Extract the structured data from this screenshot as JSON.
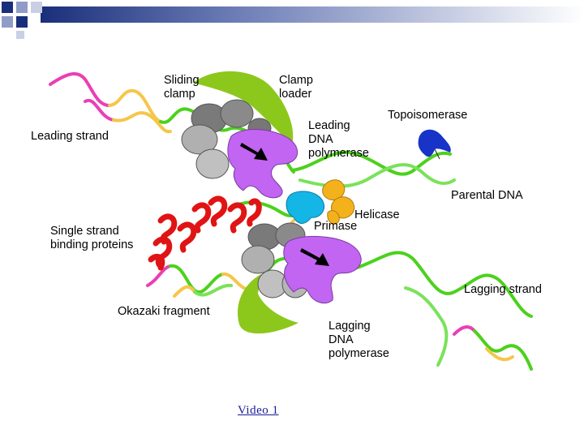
{
  "labels": {
    "sliding_clamp": "Sliding\nclamp",
    "clamp_loader": "Clamp\nloader",
    "leading_strand": "Leading strand",
    "leading_dna_polymerase": "Leading\nDNA\npolymerase",
    "topoisomerase": "Topoisomerase",
    "parental_dna": "Parental DNA",
    "helicase": "Helicase",
    "primase": "Primase",
    "single_strand_binding_proteins": "Single strand\nbinding proteins",
    "lagging_strand": "Lagging strand",
    "okazaki_fragment": "Okazaki fragment",
    "lagging_dna_polymerase": "Lagging\nDNA\npolymerase"
  },
  "video_link": "Video 1",
  "colors": {
    "dna_green": "#4cd11c",
    "dna_pink": "#e93fb5",
    "dna_yellow": "#f6c64a",
    "polymerase_purple": "#c265f2",
    "clamp_gray": "#8a8a8a",
    "clamp_loader_green": "#8cc81c",
    "helicase_orange": "#f3b21c",
    "primase_cyan": "#14b6e6",
    "topoisomerase_blue": "#1833c8",
    "ssb_red": "#e01414",
    "link_blue": "#1a1a9a"
  }
}
